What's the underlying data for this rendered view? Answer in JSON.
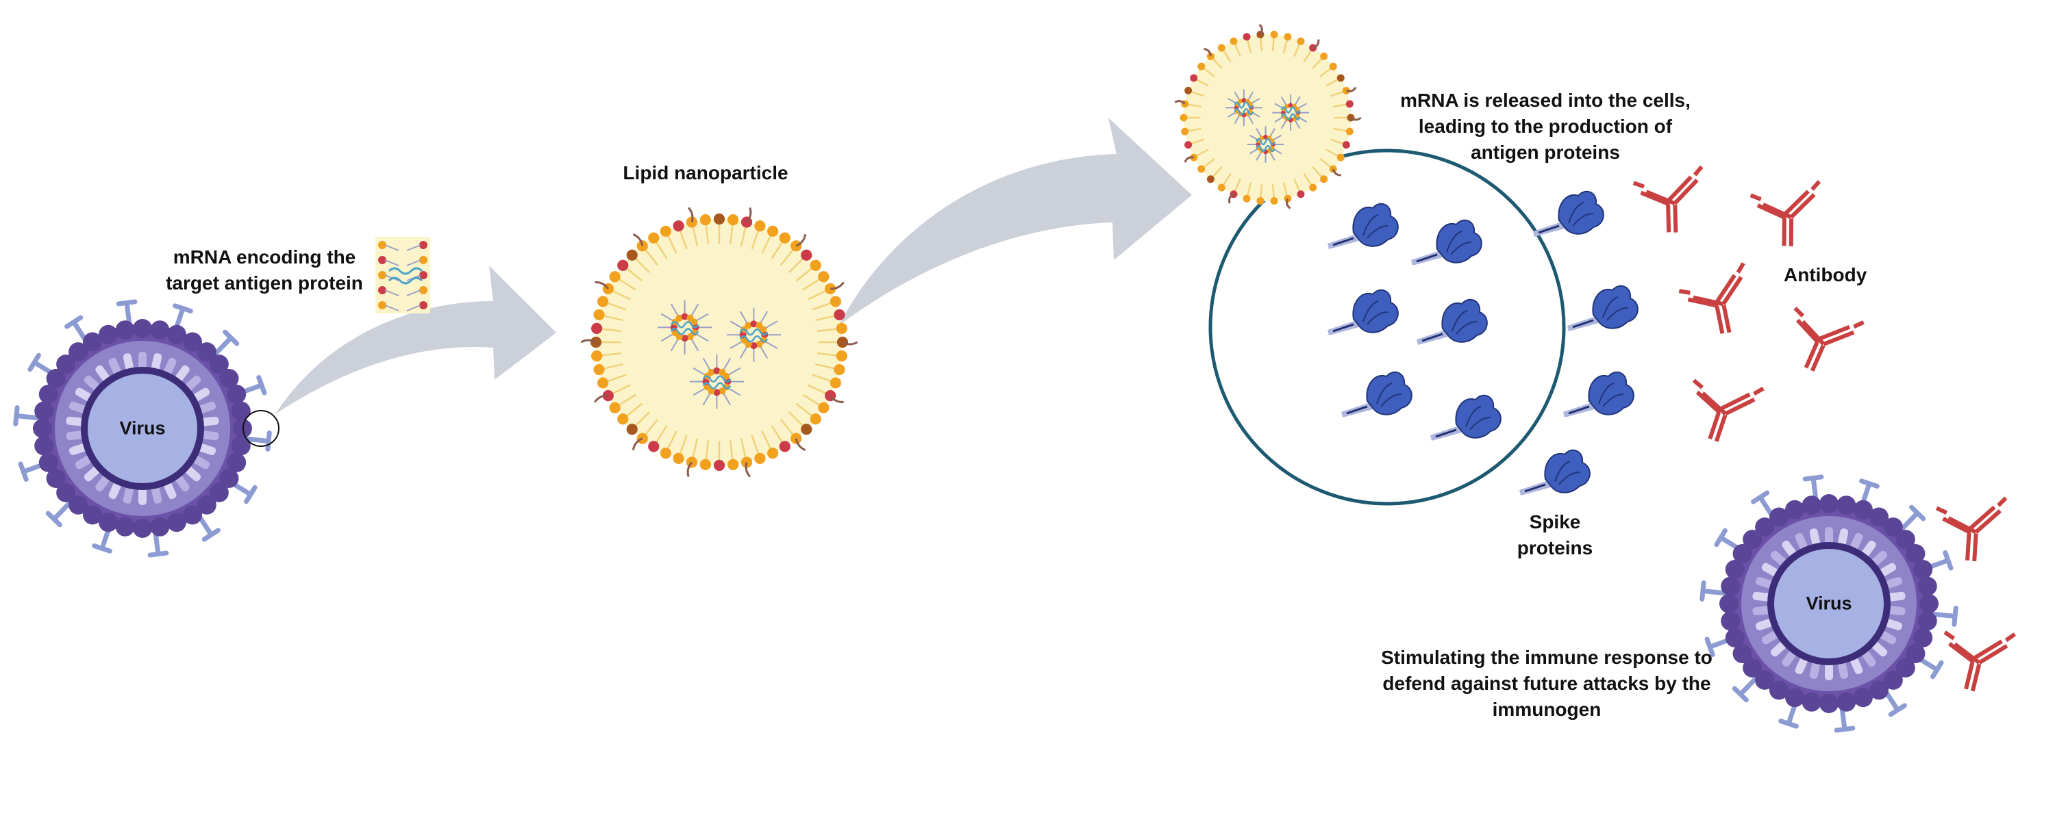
{
  "labels": {
    "virus_left": "Virus",
    "mrna_encoding": [
      "mRNA encoding the",
      "target antigen protein"
    ],
    "lipid_nanoparticle": "Lipid nanoparticle",
    "mrna_released": [
      "mRNA is released into the cells,",
      "leading to the production of",
      "antigen proteins"
    ],
    "antibody": "Antibody",
    "spike_proteins": [
      "Spike",
      "proteins"
    ],
    "virus_right": "Virus",
    "immune_response": [
      "Stimulating the immune response to",
      "defend against future attacks by the",
      "immunogen"
    ]
  },
  "colors": {
    "virus_core": "#a7b2e4",
    "virus_ring": "#6b52a8",
    "virus_spike": "#8d9bd3",
    "lipid_fill": "#fbf3c9",
    "lipid_head_orange": "#f2a11f",
    "lipid_head_red": "#cc3b4a",
    "lipid_tail": "#f0d27a",
    "arrow": "#cbd0d9",
    "cell_border": "#1d5a72",
    "spike_protein": "#3e5fbd",
    "antibody": "#c94040",
    "mrna_strand": "#4ba3c9"
  },
  "icons": [
    "virus-particle",
    "mrna-strand",
    "lipid-nanoparticle",
    "process-arrow",
    "cell",
    "spike-protein",
    "antibody"
  ]
}
